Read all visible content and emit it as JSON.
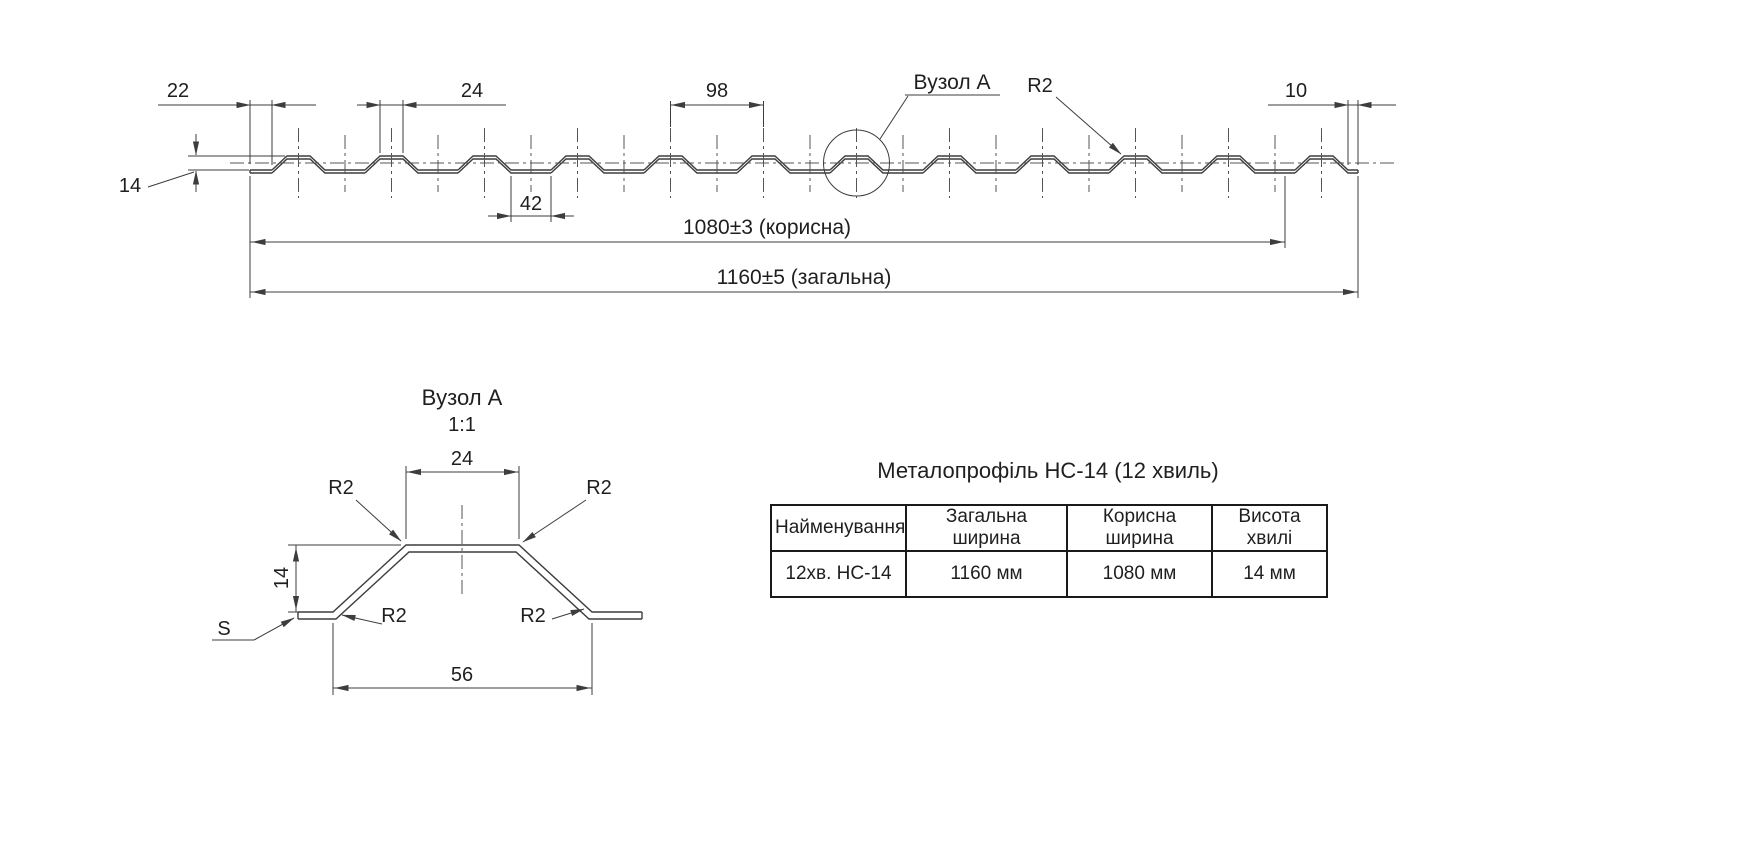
{
  "main_view": {
    "callout_label": "Вузол А",
    "dims": {
      "edge_left": "22",
      "crest_width": "24",
      "pitch": "98",
      "flat_width": "42",
      "height": "14",
      "edge_right": "10",
      "radius": "R2",
      "useful_width": "1080±3 (корисна)",
      "total_width": "1160±5 (загальна)"
    }
  },
  "detail_view": {
    "title": "Вузол А",
    "scale": "1:1",
    "dims": {
      "crest_width": "24",
      "height": "14",
      "base_width": "56",
      "radius": "R2",
      "thickness": "S"
    }
  },
  "table": {
    "title": "Металопрофіль НС-14 (12 хвиль)",
    "headers": [
      "Найменування",
      "Загальна ширина",
      "Корисна ширина",
      "Висота хвилі"
    ],
    "rows": [
      [
        "12хв. НС-14",
        "1160 мм",
        "1080 мм",
        "14 мм"
      ]
    ]
  },
  "colors": {
    "line": "#3d3d3d",
    "text": "#1f1f1f",
    "background": "#ffffff"
  }
}
